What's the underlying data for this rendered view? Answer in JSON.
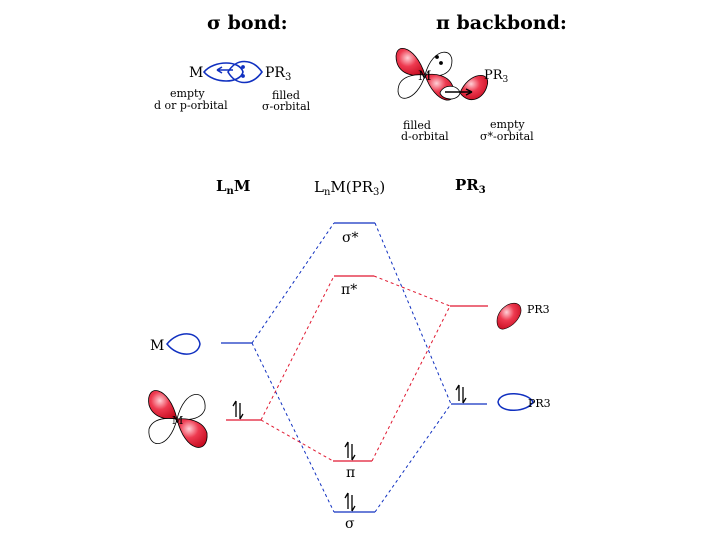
{
  "sigma_panel": {
    "title": "σ bond:",
    "metal": "M",
    "ligand": "PR",
    "ligand_sub": "3",
    "metal_caption": [
      "empty",
      "d or p-orbital"
    ],
    "ligand_caption": [
      "filled",
      "σ-orbital"
    ]
  },
  "pi_panel": {
    "title": "π backbond:",
    "metal": "M",
    "ligand": "PR",
    "ligand_sub": "3",
    "metal_caption": [
      "filled",
      "d-orbital"
    ],
    "ligand_caption": [
      "empty",
      "σ*-orbital"
    ]
  },
  "columns": {
    "left": {
      "main": "L",
      "sub": "n",
      "rest": "M"
    },
    "center": {
      "main": "L",
      "sub": "n",
      "rest": "M(PR",
      "sub2": "3",
      "end": ")"
    },
    "right": {
      "main": "PR",
      "sub": "3"
    }
  },
  "levels": {
    "sigma_star": "σ*",
    "pi_star": "π*",
    "pi": "π",
    "sigma": "σ",
    "metal_label": "M",
    "ligand_upper": "PR3",
    "ligand_lower": "PR3"
  },
  "colors": {
    "red": "#e01830",
    "blue": "#1030c0",
    "black": "#000000"
  }
}
